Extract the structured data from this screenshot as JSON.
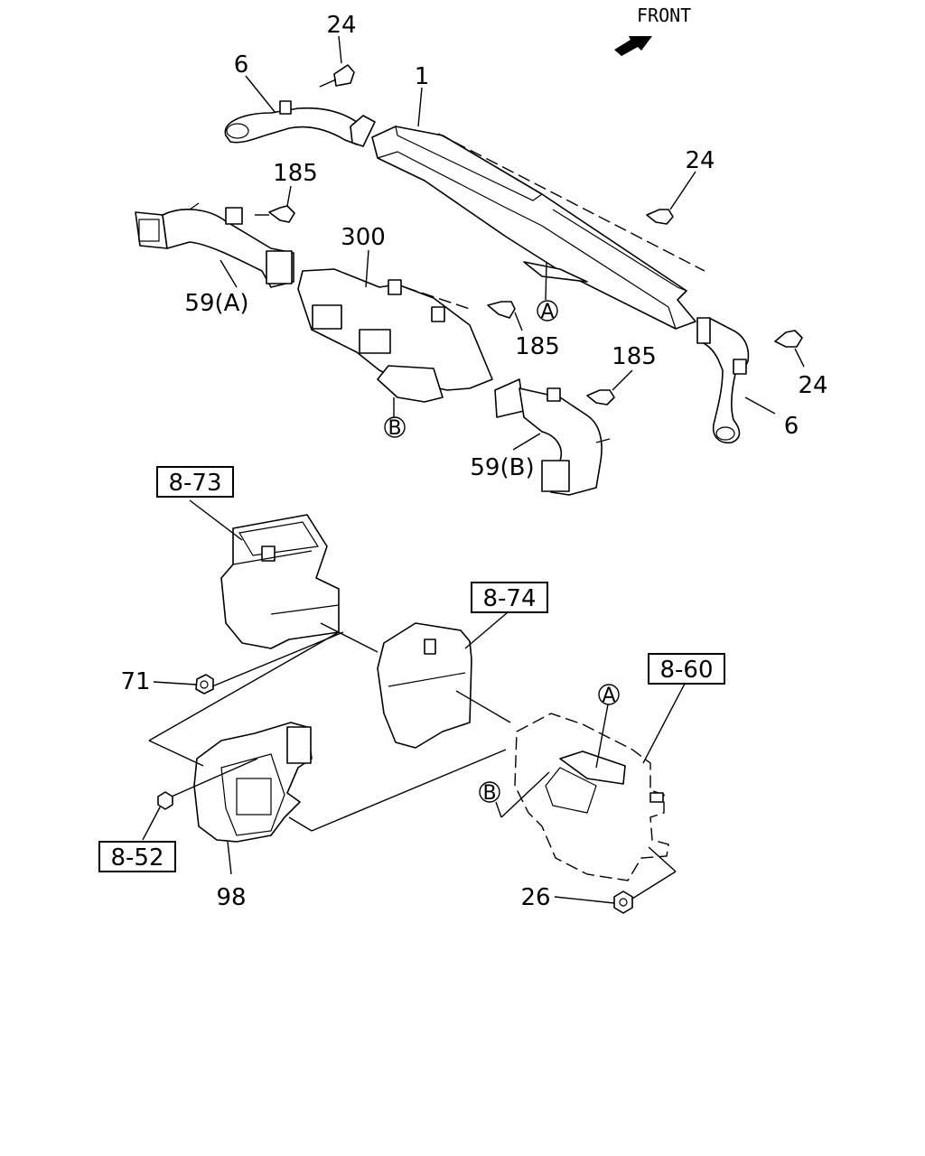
{
  "front_label": "FRONT",
  "callouts": {
    "c24_top": "24",
    "c6_left": "6",
    "c1": "1",
    "c24_right": "24",
    "c185_top": "185",
    "c300": "300",
    "c59a": "59(A)",
    "c185_mid": "185",
    "c185_low": "185",
    "c24_lower": "24",
    "c6_right": "6",
    "c59b": "59(B)",
    "c71": "71",
    "c98": "98",
    "c26": "26"
  },
  "refs": {
    "r873": "8-73",
    "r874": "8-74",
    "r860": "8-60",
    "r852": "8-52"
  },
  "markers": {
    "a_upper": "A",
    "b_upper": "B",
    "a_lower": "A",
    "b_lower": "B"
  }
}
